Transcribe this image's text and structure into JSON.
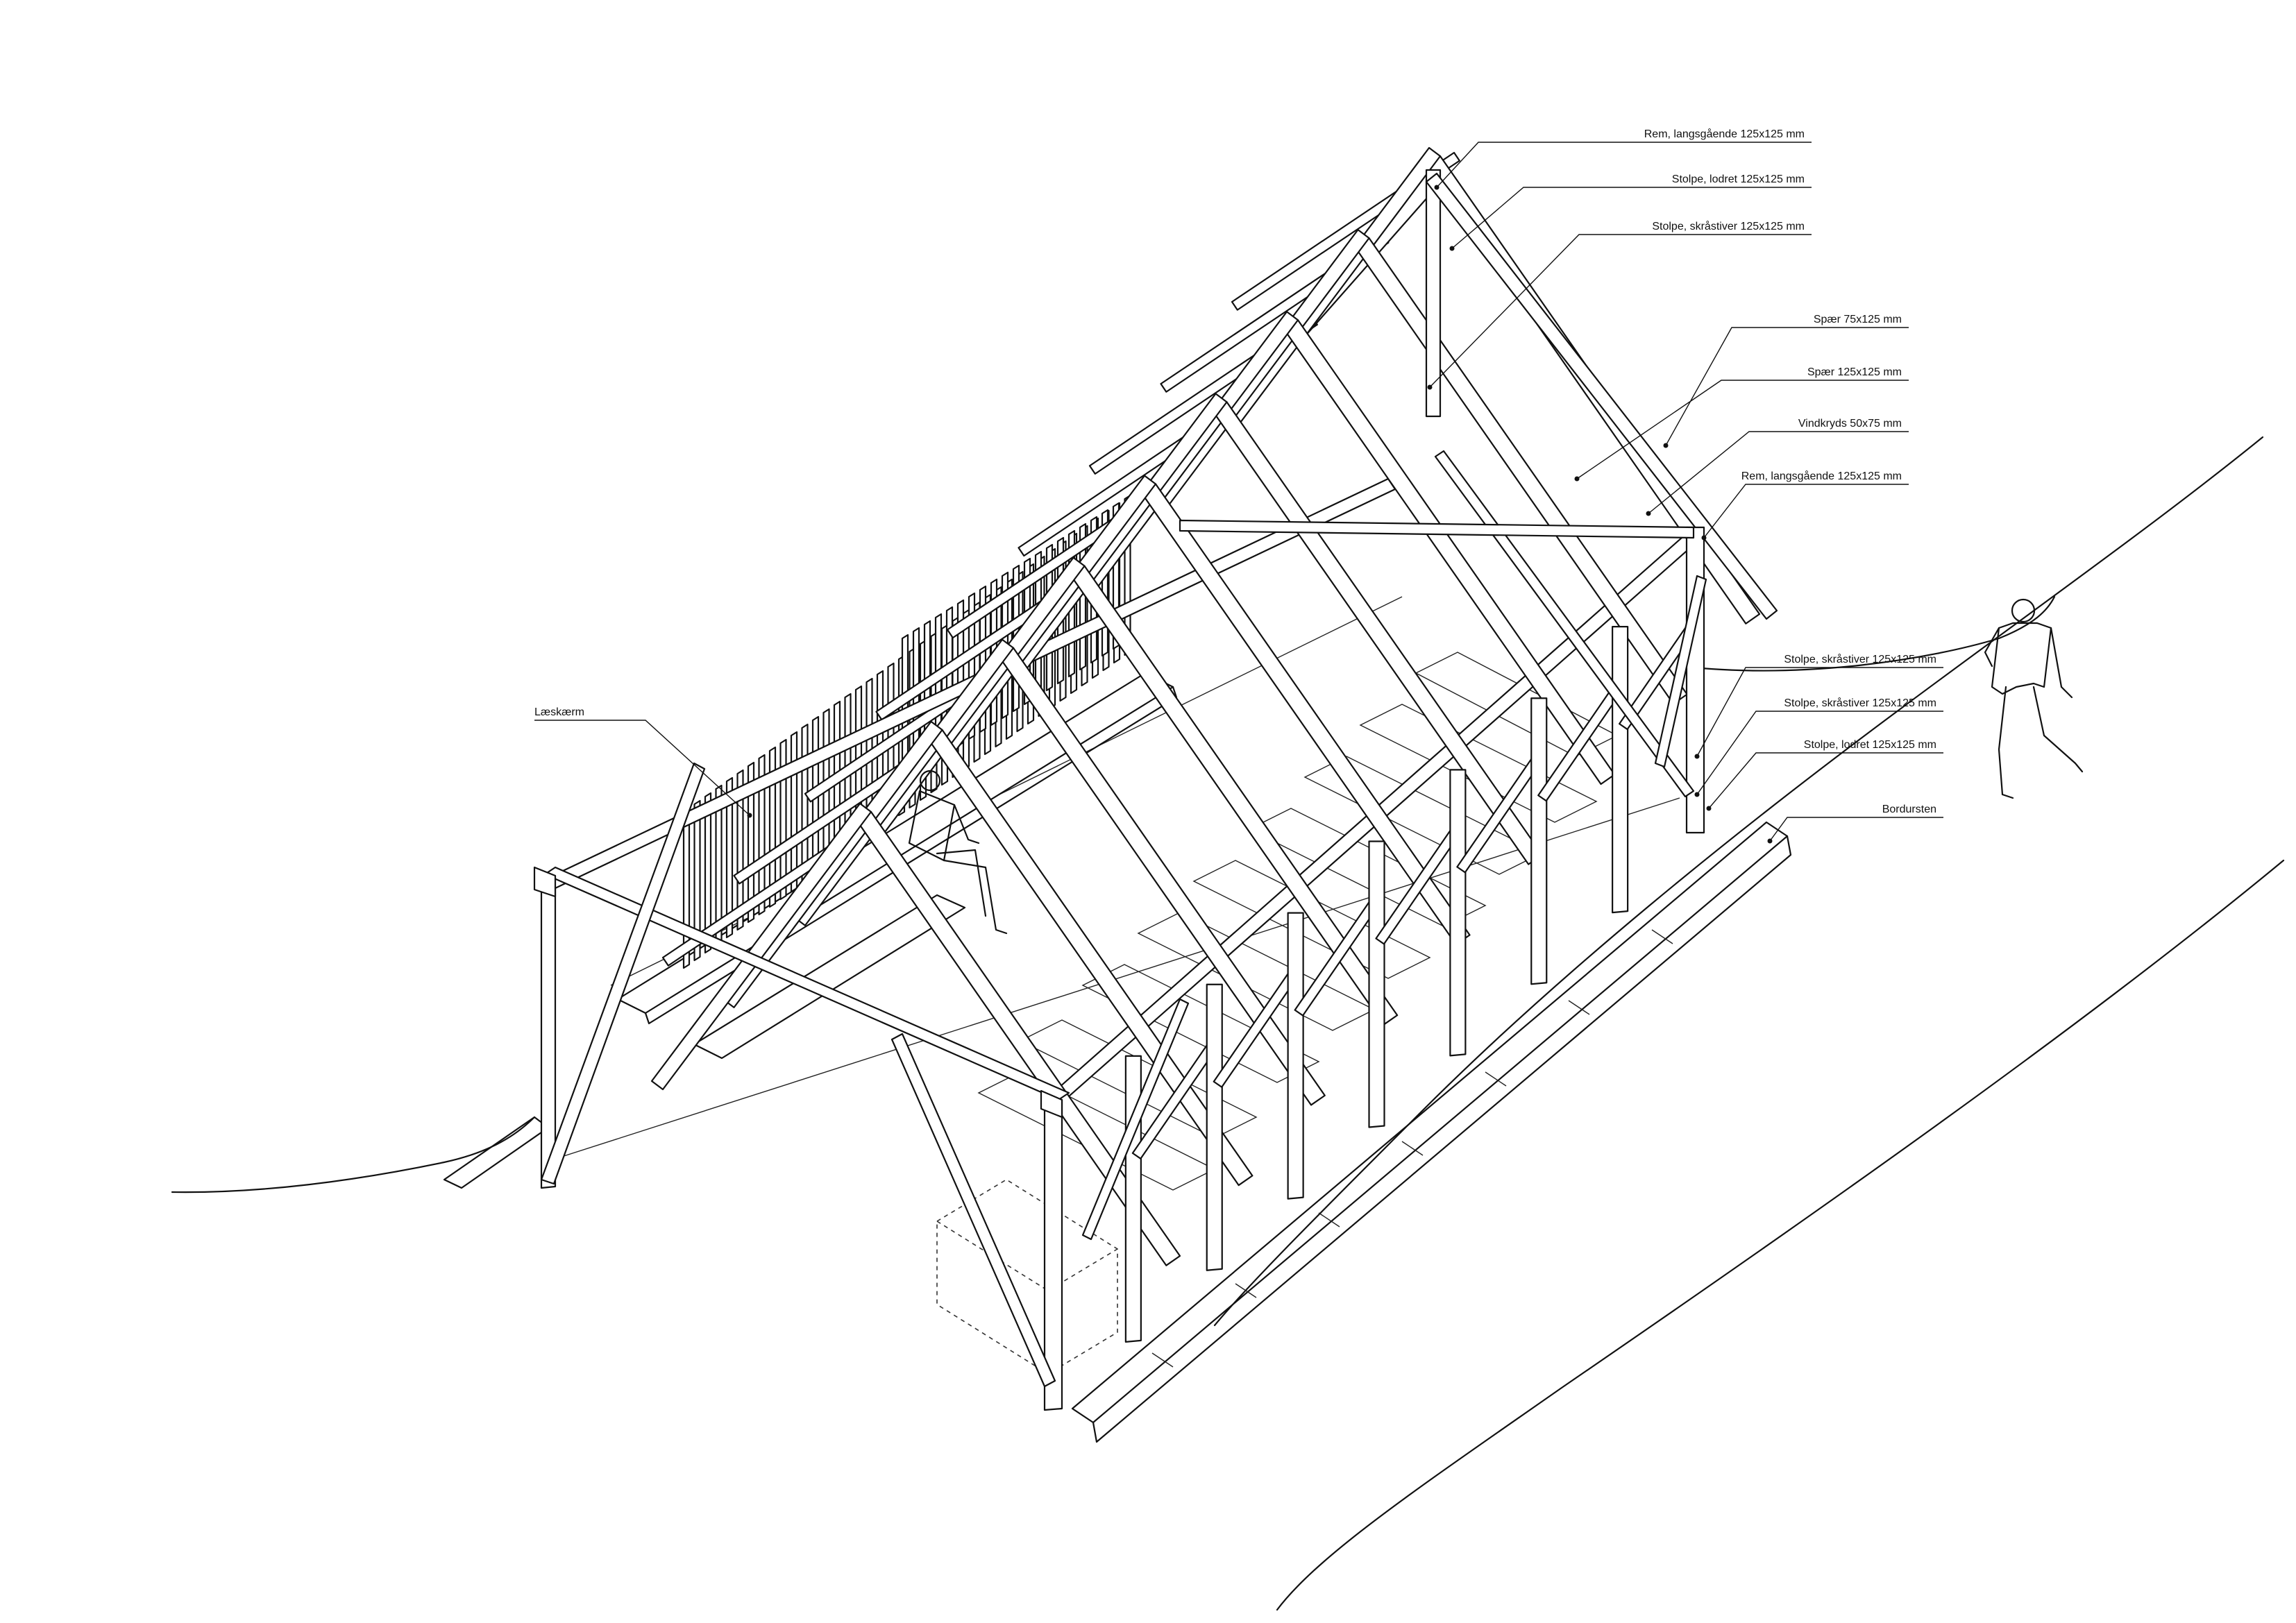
{
  "labels": {
    "rem_top": "Rem, langsgående 125x125 mm",
    "stolpe_lodret_top": "Stolpe, lodret 125x125 mm",
    "stolpe_skraa_top": "Stolpe, skråstiver 125x125 mm",
    "spaer_75": "Spær 75x125 mm",
    "spaer_125": "Spær 125x125 mm",
    "vindkryds": "Vindkryds 50x75 mm",
    "rem_mid": "Rem, langsgående 125x125 mm",
    "stolpe_skraa_1": "Stolpe, skråstiver 125x125 mm",
    "stolpe_skraa_2": "Stolpe, skråstiver 125x125 mm",
    "stolpe_lodret_bottom": "Stolpe, lodret 125x125 mm",
    "bordursten": "Bordursten",
    "laeskaerm": "Læskærm"
  },
  "colors": {
    "ink": "#111111",
    "paper": "#ffffff"
  }
}
